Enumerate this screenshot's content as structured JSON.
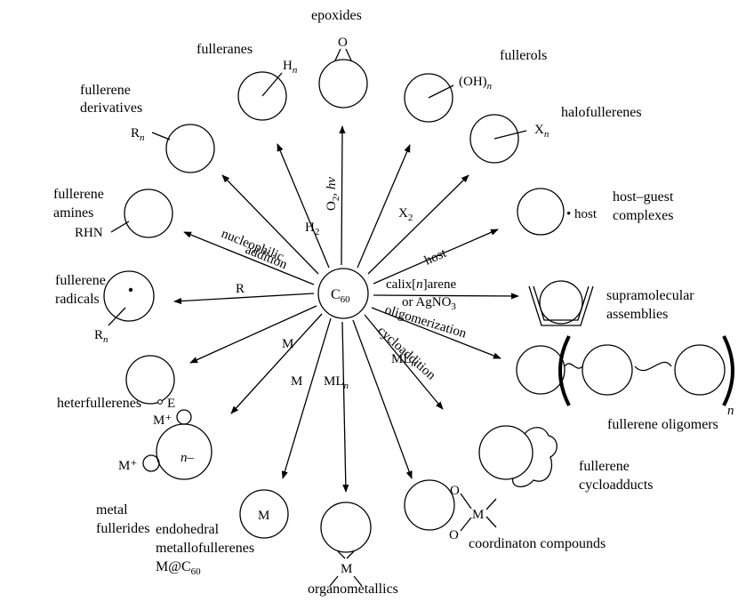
{
  "center": {
    "base": "C",
    "sub": "60"
  },
  "products": {
    "epoxides": "epoxides",
    "fulleranes": "fulleranes",
    "fullerols_1": "fullerols",
    "halofullerenes": "halofullerenes",
    "derivatives": [
      "fullerene",
      "derivatives"
    ],
    "amines": [
      "fullerene",
      "amines"
    ],
    "radicals": [
      "fullerene",
      "radicals"
    ],
    "host_guest": [
      "host–guest",
      "complexes"
    ],
    "supramolecular": [
      "supramolecular",
      "assemblies"
    ],
    "oligomers": "fullerene oligomers",
    "cycloadducts": [
      "fullerene",
      "cycloadducts"
    ],
    "heterfullerenes": "heterfullerenes",
    "fullerides": [
      "metal",
      "fullerides"
    ],
    "endohedral": [
      "endohedral",
      "metallofullerenes",
      "M@C",
      "60"
    ],
    "organometallics": "organometallics",
    "coordination": "coordinaton compounds"
  },
  "edges": {
    "h2": {
      "base": "H",
      "sub": "2"
    },
    "o2hv": {
      "base": "O",
      "sub": "2",
      "tail": ", hv"
    },
    "x2": {
      "base": "X",
      "sub": "2"
    },
    "host": "host",
    "nucleophilic": [
      "nucleophilic",
      "addition"
    ],
    "r": "R",
    "calix": [
      "calix[",
      "n",
      "]arene"
    ],
    "agno3": [
      "or AgNO",
      "3"
    ],
    "oligomerization": "oligomerization",
    "cycloaddition": "cycloaddition",
    "ml_n": "ML",
    "m_left": "M",
    "m_mid": "M",
    "ml_n_mid": "ML"
  },
  "symbols": {
    "hn": "H",
    "n": "n",
    "oh": "(OH)",
    "xn": "X",
    "rn": "R",
    "rhn": "RHN",
    "rn2": "R",
    "host_tag": "• host",
    "e": "E",
    "mplus1": "M⁺",
    "mplus2": "M⁺",
    "nminus": "n–",
    "m_center": "M",
    "m_organo": "M",
    "m_coord": "M",
    "o_top": "O",
    "o_bottom": "O",
    "o_epox": "O"
  }
}
